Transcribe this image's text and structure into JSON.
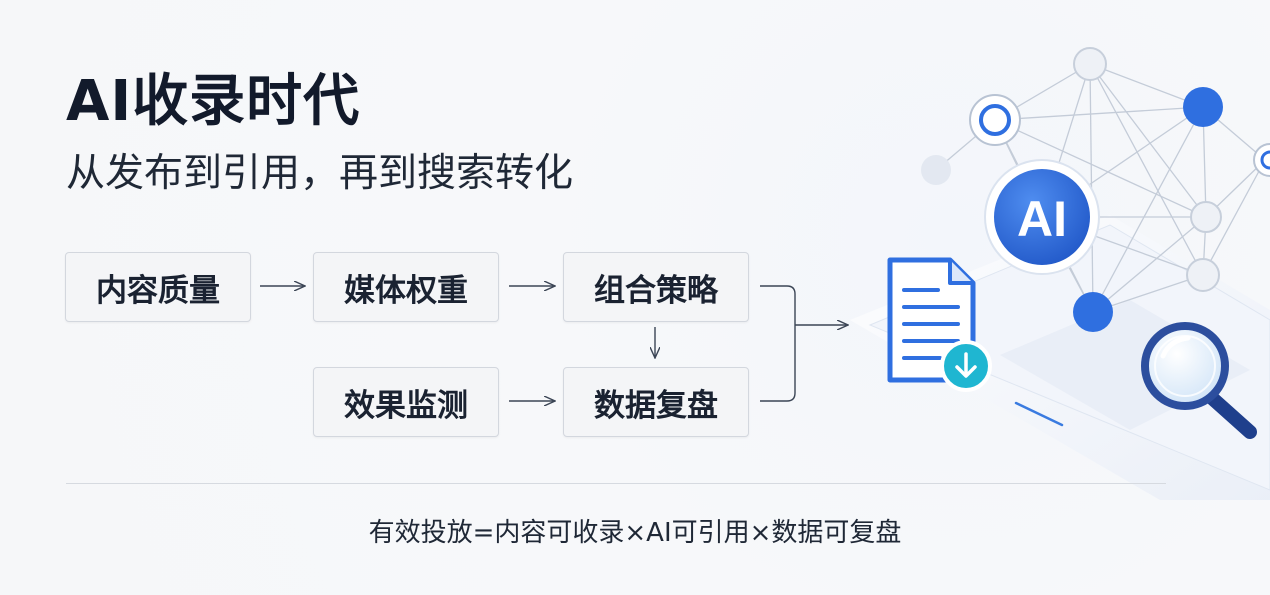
{
  "header": {
    "title": "AI收录时代",
    "subtitle": "从发布到引用，再到搜索转化"
  },
  "flow": {
    "nodes": [
      "内容质量",
      "媒体权重",
      "组合策略",
      "效果监测",
      "数据复盘"
    ]
  },
  "illustration": {
    "hub_label": "AI",
    "icons": [
      "document-icon",
      "download-icon",
      "magnifier-icon",
      "network-icon"
    ]
  },
  "footer": {
    "formula": "有效投放=内容可收录×AI可引用×数据可复盘"
  },
  "colors": {
    "accent_blue": "#2f6fe0",
    "node_gray": "#c7cfdb",
    "download_teal": "#1fb6d1",
    "box_bg": "#f4f5f7"
  }
}
